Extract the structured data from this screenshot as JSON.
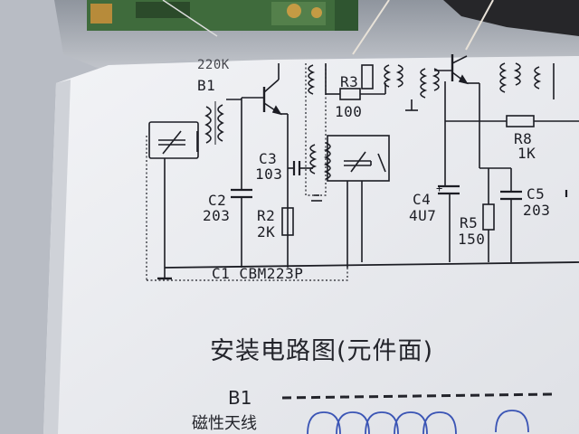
{
  "schematic": {
    "components": {
      "b1": "B1",
      "r3": "R3",
      "r3_value": "100",
      "c3": "C3",
      "c3_value": "103",
      "c2": "C2",
      "c2_value": "203",
      "r2": "R2",
      "r2_value": "2K",
      "c1_label": "C1 CBM223P",
      "c4": "C4",
      "c4_value": "4U7",
      "r5": "R5",
      "r5_value": "150",
      "c5": "C5",
      "c5_value": "203",
      "r8": "R8",
      "r8_value": "1K",
      "top_value_partial": "220K",
      "c4_polarity": "+"
    }
  },
  "page": {
    "title": "安装电路图(元件面)",
    "parts_list": {
      "b1_name": "B1",
      "b1_description": "磁性天线"
    }
  },
  "colors": {
    "paper": "#eceef2",
    "ink": "#1c1d24",
    "bag": "#9aa0a9",
    "pcb_green": "#3f6b3c",
    "coil_blue": "#3b55b5"
  }
}
